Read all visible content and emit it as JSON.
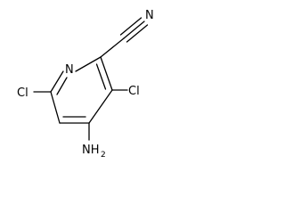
{
  "molecule": {
    "atoms": {
      "nitrile_n": "N",
      "ring_n": "N",
      "cl_left": "Cl",
      "cl_right": "Cl",
      "amine_n": "NH",
      "amine_h_count": "2"
    }
  }
}
